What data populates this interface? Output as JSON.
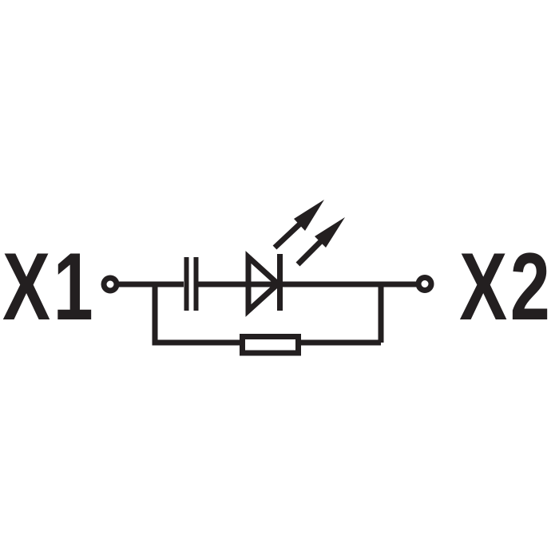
{
  "diagram": {
    "type": "circuit-schematic",
    "description": "Schematic of an LED element: terminal X1 connects through a series capacitor and a light-emitting diode to terminal X2, with a resistor in a parallel branch bridging the capacitor and LED.",
    "terminals": [
      {
        "id": "X1",
        "label": "X1",
        "side": "left"
      },
      {
        "id": "X2",
        "label": "X2",
        "side": "right"
      }
    ],
    "components": [
      {
        "name": "capacitor",
        "symbol": "two-parallel-plates",
        "branch": "main"
      },
      {
        "name": "led",
        "symbol": "diode-triangle-with-cathode-bar-and-two-emission-arrows",
        "branch": "main",
        "direction": "anode-left-cathode-right"
      },
      {
        "name": "resistor",
        "symbol": "open-rectangle",
        "branch": "parallel-bottom"
      }
    ]
  },
  "colors": {
    "line": "#231f20",
    "background": "#ffffff",
    "resistor_fill": "#ffffff"
  }
}
